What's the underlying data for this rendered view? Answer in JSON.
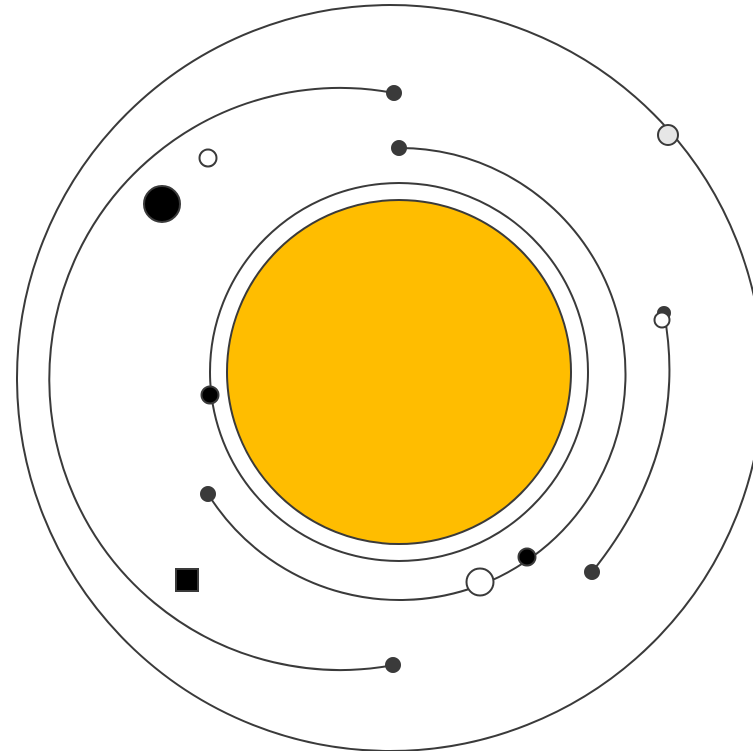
{
  "colors": {
    "sun_fill": "#FFBD00",
    "orbit_stroke": "#3a3a3a",
    "planet_dark": "#3a3a3a",
    "planet_black": "#000000",
    "planet_white": "#ffffff",
    "planet_light_gray": "#e6e6e6"
  },
  "icons": [
    "sun-circle",
    "planet-dot",
    "planet-square"
  ]
}
